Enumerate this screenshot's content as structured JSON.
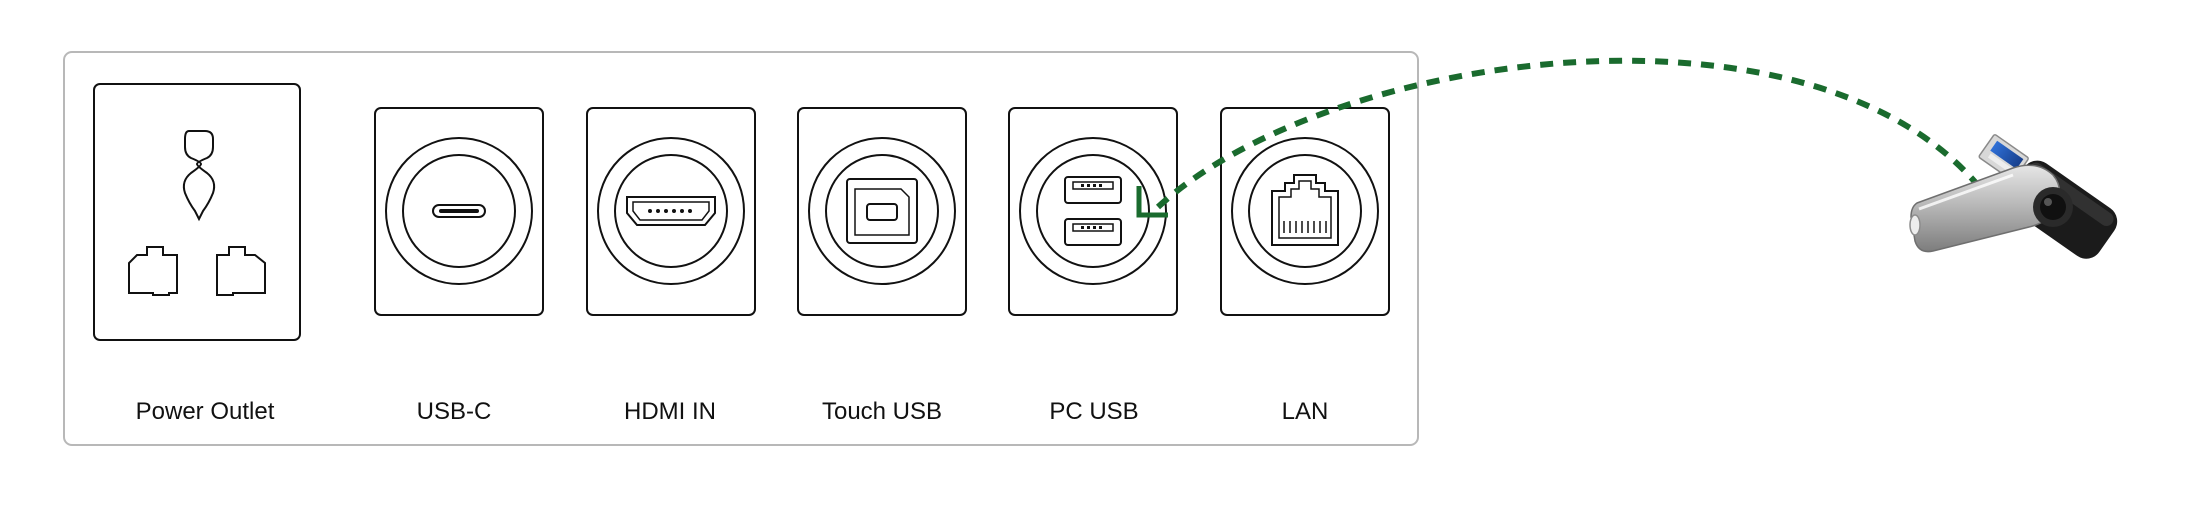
{
  "panel": {
    "ports": [
      {
        "id": "power",
        "label": "Power Outlet",
        "icon": "power-outlet-icon"
      },
      {
        "id": "usbc",
        "label": "USB-C",
        "icon": "usb-c-port-icon"
      },
      {
        "id": "hdmi",
        "label": "HDMI IN",
        "icon": "hdmi-port-icon"
      },
      {
        "id": "touch",
        "label": "Touch USB",
        "icon": "usb-b-port-icon"
      },
      {
        "id": "pcusb",
        "label": "PC USB",
        "icon": "usb-a-port-icon"
      },
      {
        "id": "lan",
        "label": "LAN",
        "icon": "rj45-port-icon"
      }
    ]
  },
  "connection": {
    "color": "#1a6b2e",
    "style": "dashed",
    "from": "pcusb",
    "to": "usb-flash-drive-icon"
  },
  "device": {
    "icon": "usb-flash-drive-icon"
  }
}
